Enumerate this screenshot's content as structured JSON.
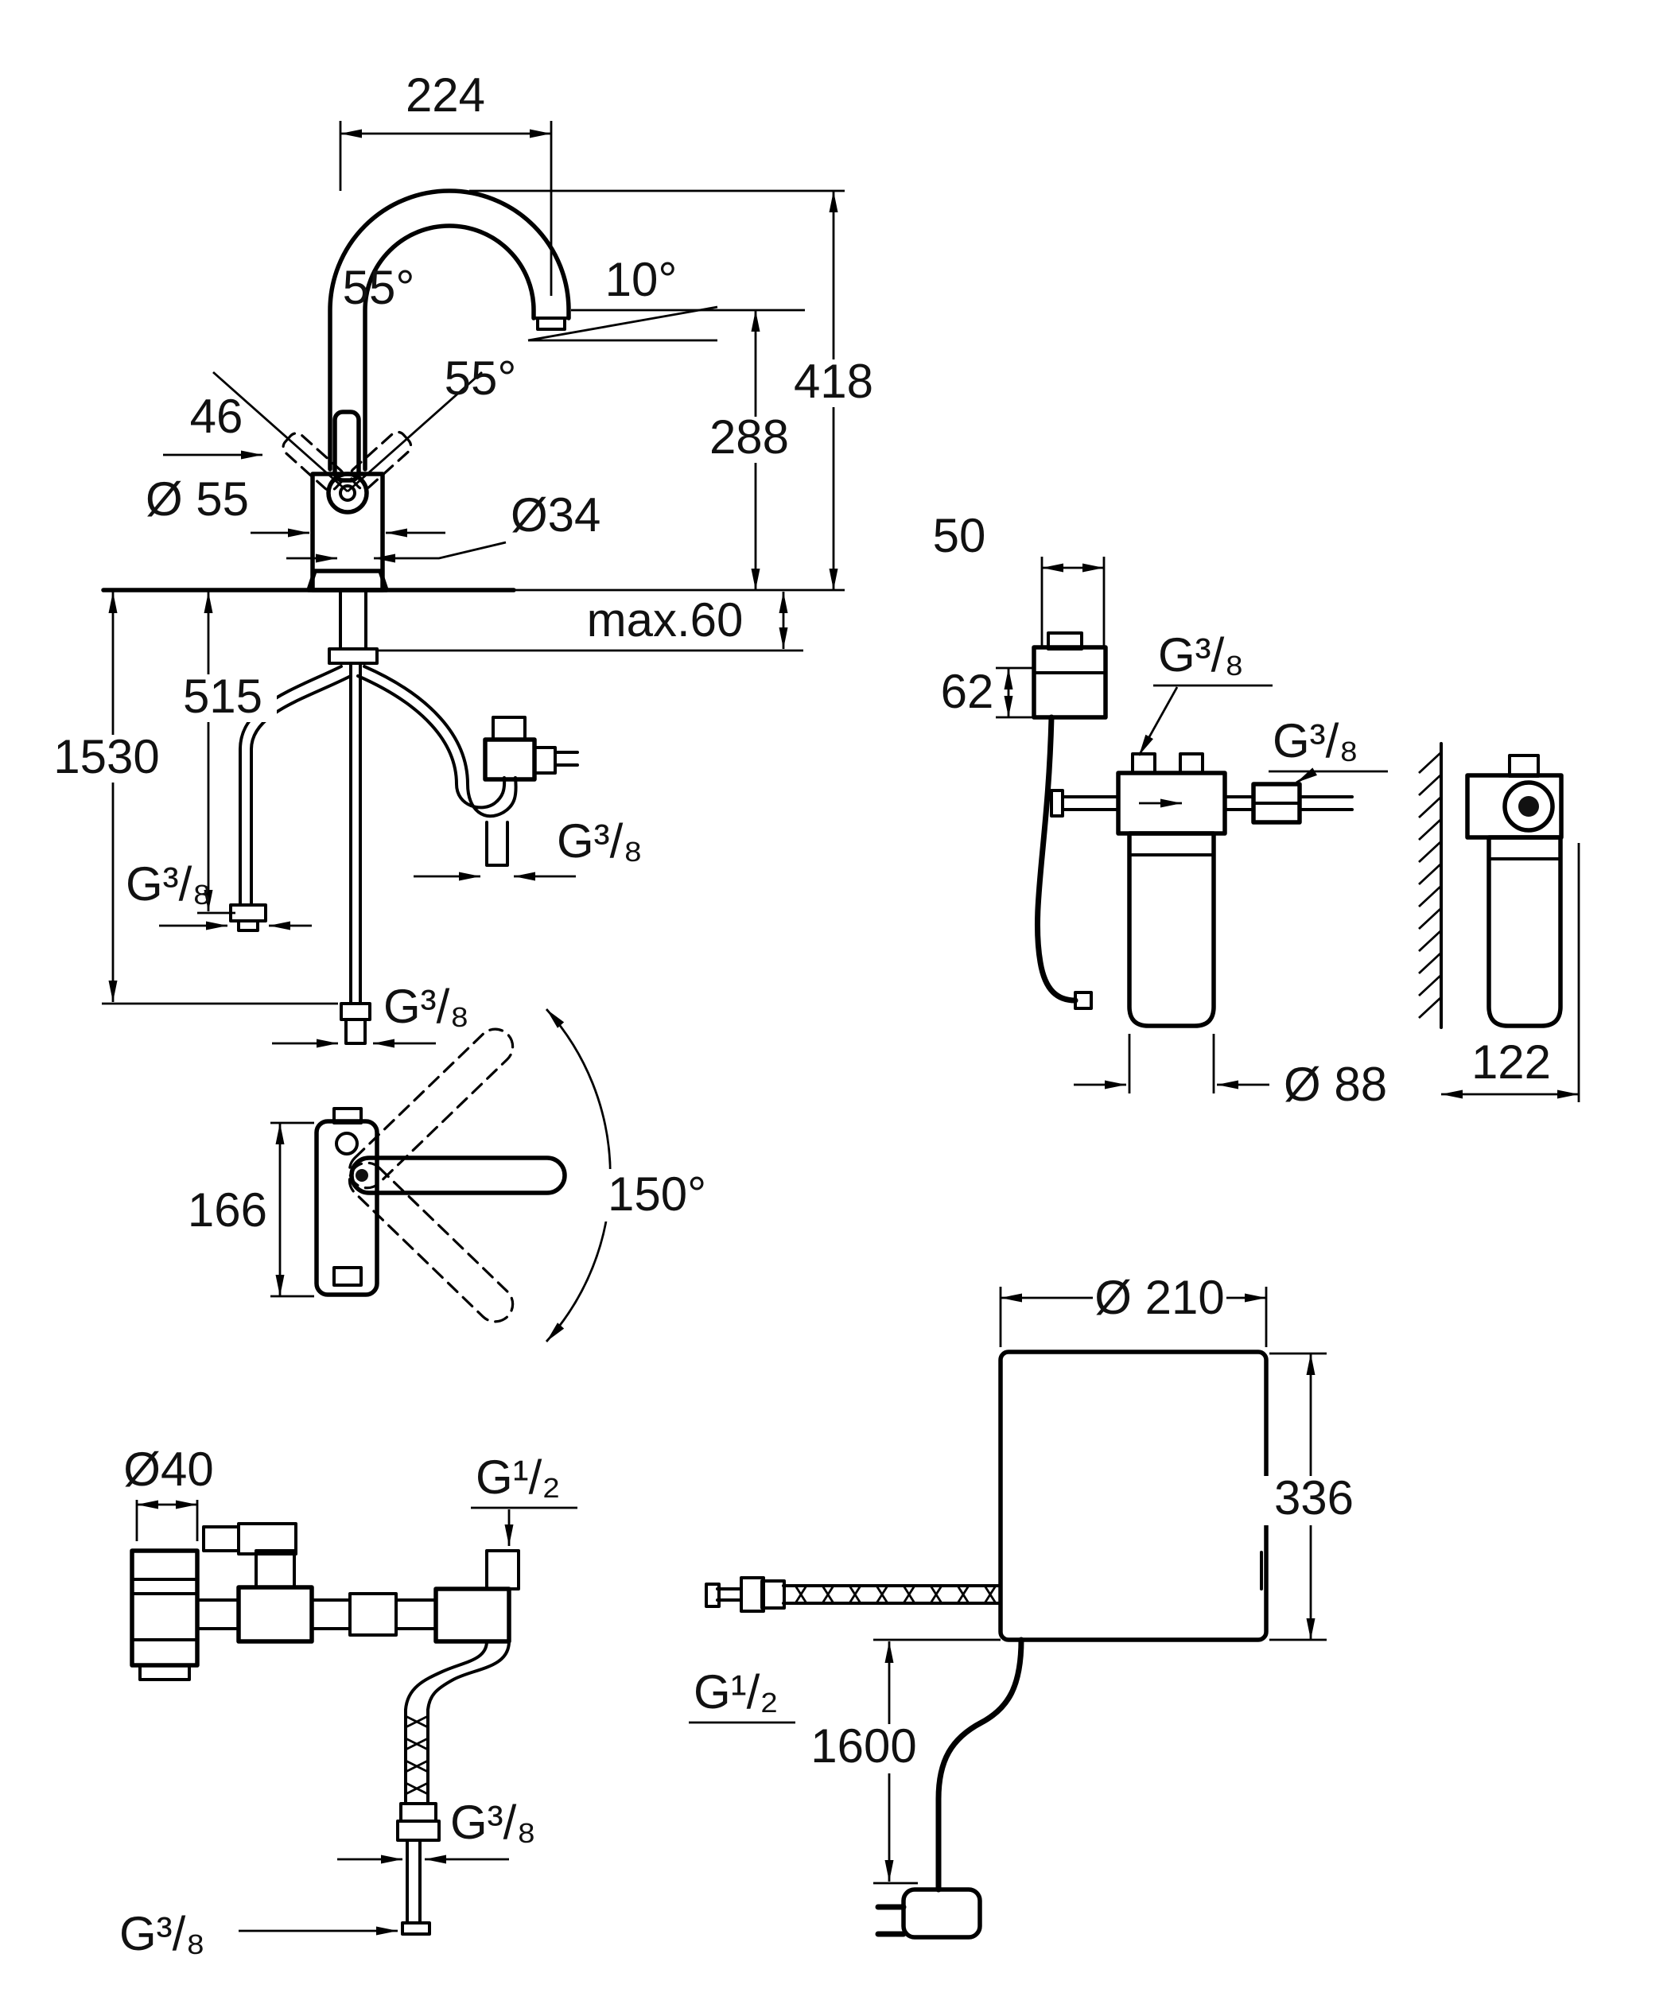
{
  "views": {
    "faucet_front": {
      "dims": {
        "spout_reach": "224",
        "spout_angle": "10°",
        "height_total": "418",
        "height_outlet": "288",
        "lever_left": "55°",
        "lever_right": "55°",
        "lever_width": "46",
        "body_dia": "Ø 55",
        "shank_dia": "Ø34",
        "deck_max": "max.60",
        "hose_a": "515",
        "hose_b": "1530",
        "g38_right": "G³/₈",
        "g38_left": "G³/₈",
        "g38_bottom": "G³/₈"
      }
    },
    "filter_unit": {
      "dims": {
        "width50": "50",
        "height62": "62",
        "g38_top": "G³/₈",
        "g38_side": "G³/₈",
        "dia88": "Ø 88",
        "depth122": "122"
      }
    },
    "top_view": {
      "dims": {
        "height166": "166",
        "swivel": "150°"
      }
    },
    "connection_set": {
      "dims": {
        "dia40": "Ø40",
        "g12": "G¹/₂",
        "g38_mid": "G³/₈",
        "g38_end": "G³/₈"
      }
    },
    "boiler": {
      "dims": {
        "dia210": "Ø 210",
        "height336": "336",
        "g12": "G¹/₂",
        "cable1600": "1600"
      }
    }
  }
}
